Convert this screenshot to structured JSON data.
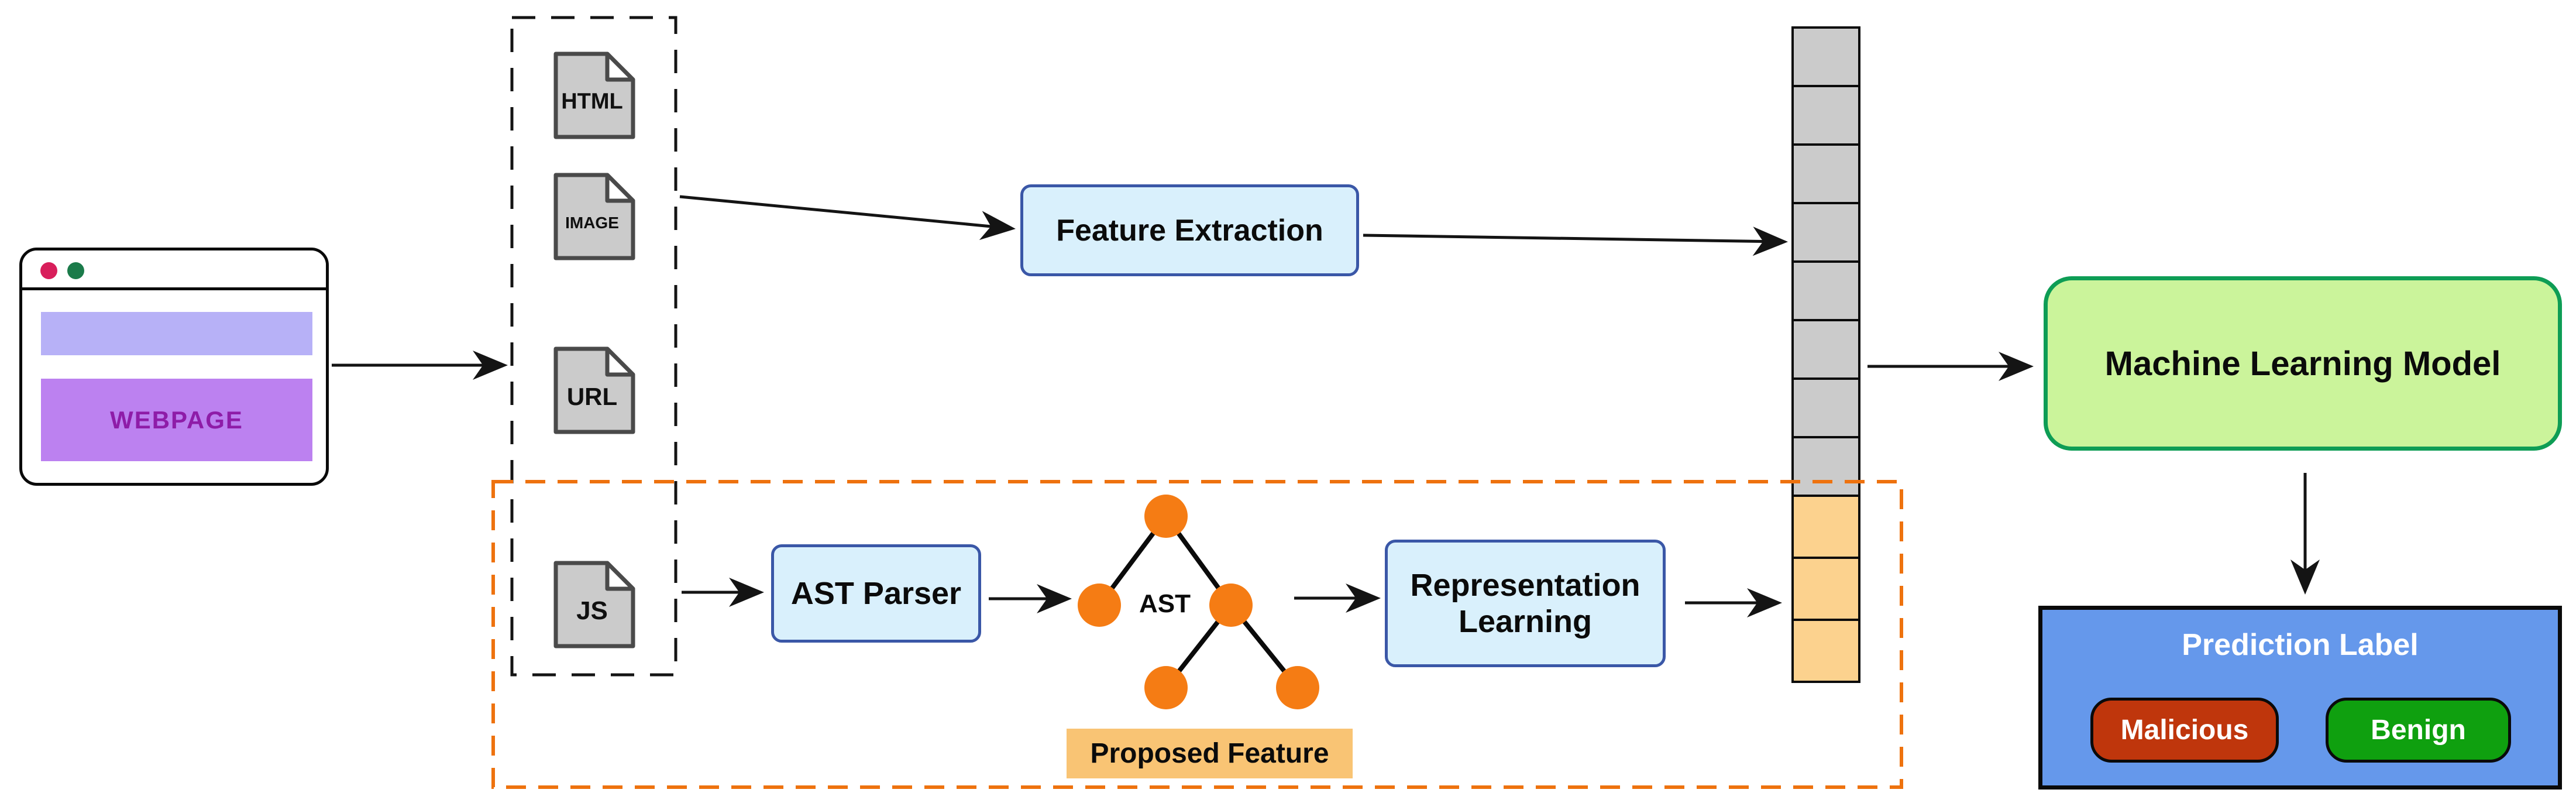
{
  "browser": {
    "webpage_label": "WEBPAGE"
  },
  "input_files": [
    {
      "label": "HTML"
    },
    {
      "label": "IMAGE"
    },
    {
      "label": "URL"
    },
    {
      "label": "JS"
    }
  ],
  "pipeline": {
    "feature_extraction": "Feature Extraction",
    "ast_parser": "AST Parser",
    "ast_tree_label": "AST",
    "representation_learning": "Representation\nLearning",
    "ml_model": "Machine Learning Model",
    "proposed_feature_caption": "Proposed Feature",
    "prediction": {
      "title": "Prediction Label",
      "labels": [
        {
          "label": "Malicious"
        },
        {
          "label": "Benign"
        }
      ]
    }
  },
  "feature_vector": {
    "gray_cells": 8,
    "orange_cells": 3
  },
  "ast_tree": {
    "nodes": 5,
    "edges": 4
  },
  "icons": {
    "file_icon": "document-with-folded-corner",
    "window_dot_red": "circle",
    "window_dot_green": "circle"
  },
  "theme": {
    "line": "#141414",
    "accent_orange": "#EE720E",
    "node_orange": "#F57C14",
    "cell_gray": "#CBCBCB",
    "cell_orange": "#FCD28E",
    "box_blue_fill": "#D9F0FC",
    "box_blue_border": "#3A57A7",
    "ml_fill": "#CBF49B",
    "ml_border": "#0E9D55",
    "pred_fill": "#6598EB",
    "malicious": "#BF360C",
    "benign": "#0FA00F",
    "proposed_bg": "#F9C474",
    "lavender": "#B7B1F7",
    "purple": "#BC81F0",
    "webpage_text": "#8E1CA8",
    "dot_red": "#D81E5B",
    "dot_green": "#1B7B4A",
    "icon_gray": "#CBCBCB",
    "icon_border": "#4A4A4A"
  }
}
